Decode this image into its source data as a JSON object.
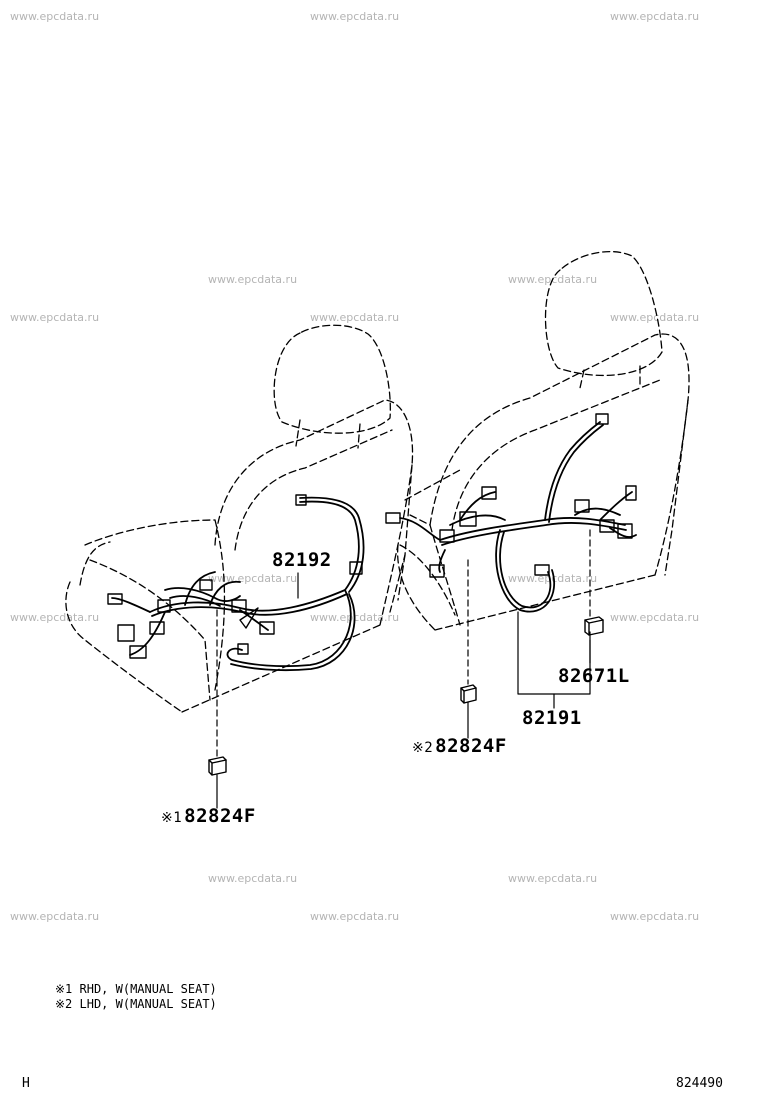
{
  "watermark": "www.epcdata.ru",
  "callouts": {
    "harness_left": "82192",
    "harness_right": "82191",
    "connector_right": "82671L",
    "block_right": "82824F",
    "block_left": "82824F",
    "mark_right": "※2",
    "mark_left": "※1"
  },
  "notes": [
    "※1 RHD, W(MANUAL SEAT)",
    "※2 LHD, W(MANUAL SEAT)"
  ],
  "footer": {
    "left_code": "H",
    "diagram_number": "824490"
  }
}
